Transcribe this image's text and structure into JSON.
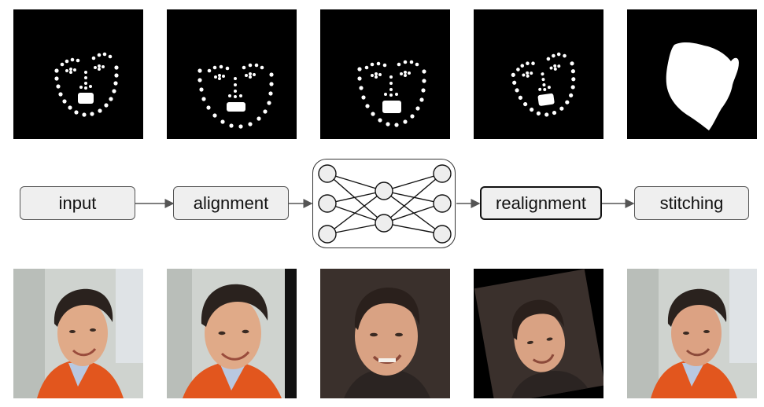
{
  "pipeline": {
    "stages": [
      {
        "id": "input",
        "label": "input"
      },
      {
        "id": "alignment",
        "label": "alignment"
      },
      {
        "id": "network",
        "label": ""
      },
      {
        "id": "realignment",
        "label": "realignment"
      },
      {
        "id": "stitching",
        "label": "stitching"
      }
    ]
  },
  "colors": {
    "background": "#ffffff",
    "box_fill": "#efefef",
    "box_border": "#555555",
    "landmark_dot": "#ffffff",
    "landmark_bg": "#000000"
  }
}
